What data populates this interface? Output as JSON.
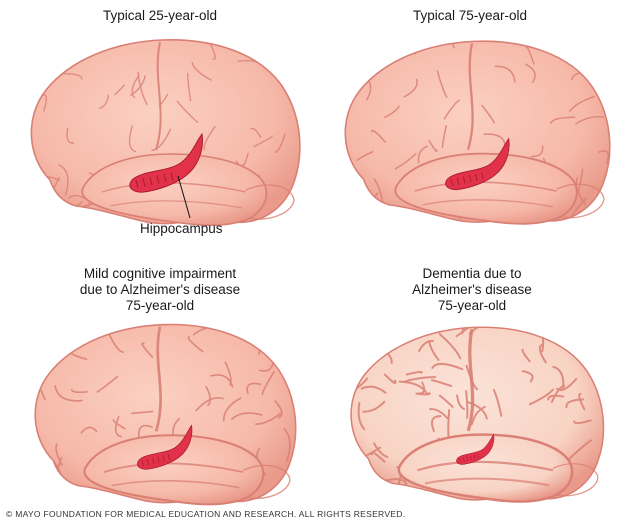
{
  "panels": [
    {
      "caption": [
        "Typical 25-year-old"
      ],
      "atrophy": 0
    },
    {
      "caption": [
        "Typical 75-year-old"
      ],
      "atrophy": 0.25
    },
    {
      "caption": [
        "Mild cognitive impairment",
        "due to Alzheimer's disease",
        "75-year-old"
      ],
      "atrophy": 0.5
    },
    {
      "caption": [
        "Dementia due to",
        "Alzheimer's disease",
        "75-year-old"
      ],
      "atrophy": 1
    }
  ],
  "hippocampus_label": "Hippocampus",
  "copyright": "© MAYO FOUNDATION FOR MEDICAL EDUCATION AND RESEARCH. ALL RIGHTS RESERVED.",
  "colors": {
    "brain_fill": "#f6b9a9",
    "brain_shade": "#e99a8a",
    "gyri_line": "#d97f73",
    "hippocampus": "#e2324a",
    "hippocampus_dark": "#a81a30",
    "shrunk_fill": "#f8d3c4"
  }
}
